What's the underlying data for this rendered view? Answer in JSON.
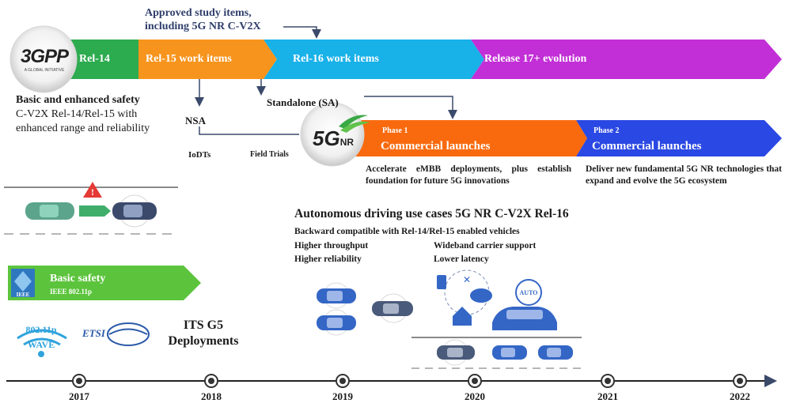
{
  "header": {
    "approved_line1": "Approved study items,",
    "approved_line2": "including 5G NR C-V2X"
  },
  "releases": [
    {
      "label": "Rel-14",
      "color": "#2dab4f"
    },
    {
      "label": "Rel-15 work items",
      "color": "#f7941d"
    },
    {
      "label": "Rel-16 work items",
      "color": "#18b1e8"
    },
    {
      "label": "Release 17+ evolution",
      "color": "#c22fd6"
    }
  ],
  "logos": {
    "gpp_text": "3GPP",
    "gpp_sub": "A GLOBAL INITIATIVE",
    "g5_text": "5G",
    "g5_sub": "NR",
    "wave_line1": "802.11p",
    "wave_line2": "WAVE",
    "etsi_text": "ETSI",
    "ieee_text": "IEEE",
    "auto_text": "AUTO"
  },
  "left_block": {
    "title": "Basic and enhanced safety",
    "line2": "C-V2X Rel-14/Rel-15 with",
    "line3": "enhanced range and reliability"
  },
  "flow": {
    "nsa": "NSA",
    "standalone": "Standalone (SA)",
    "iodts": "IoDTs",
    "field_trials": "Field Trials"
  },
  "phases": [
    {
      "phase": "Phase 1",
      "title": "Commercial launches",
      "color": "#f96a0e",
      "description": "Accelerate eMBB deployments, plus establish foundation for future 5G innovations"
    },
    {
      "phase": "Phase 2",
      "title": "Commercial launches",
      "color": "#2a48e3",
      "description": "Deliver new fundamental 5G NR technologies that expand and evolve the 5G ecosystem"
    }
  ],
  "autonomous": {
    "title": "Autonomous driving use cases 5G NR C-V2X Rel-16",
    "backward": "Backward compatible with Rel-14/Rel-15 enabled vehicles",
    "features": [
      "Higher throughput",
      "Higher reliability",
      "Wideband carrier support",
      "Lower latency"
    ]
  },
  "basic_safety": {
    "title": "Basic safety",
    "subtitle": "IEEE 802.11p",
    "color": "#5cc43c"
  },
  "its": {
    "line1": "ITS G5",
    "line2": "Deployments"
  },
  "timeline": {
    "years": [
      "2017",
      "2018",
      "2019",
      "2020",
      "2021",
      "2022"
    ]
  }
}
